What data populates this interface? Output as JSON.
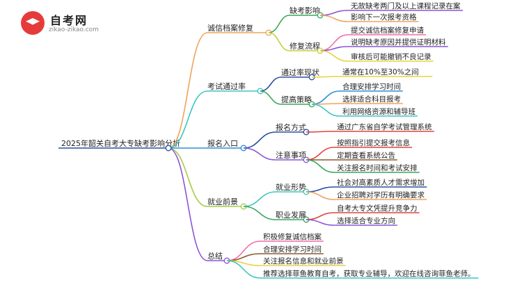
{
  "logo": {
    "title": "自考网",
    "url": "zikao-zikao.com"
  },
  "mindmap": {
    "root": "2025年韶关自考大专缺考影响分析",
    "branches": [
      {
        "label": "诚信档案修复",
        "color": "#f0a35c",
        "children": [
          {
            "label": "缺考影响",
            "color": "#3aa65a",
            "children": [
              {
                "label": "无故缺考两门及以上课程记录在案",
                "color": "#8a55d8"
              },
              {
                "label": "影响下一次报考资格",
                "color": "#f0a35c"
              }
            ]
          },
          {
            "label": "修复流程",
            "color": "#c6cf3b",
            "children": [
              {
                "label": "提交诚信档案修复申请",
                "color": "#ef6ea6"
              },
              {
                "label": "说明缺考原因并提供证明材料",
                "color": "#8a55d8"
              },
              {
                "label": "审核后可能撤销不良记录",
                "color": "#e9d33a"
              }
            ]
          }
        ]
      },
      {
        "label": "考试通过率",
        "color": "#3cc6c0",
        "children": [
          {
            "label": "通过率现状",
            "color": "#2c4fa0",
            "children": [
              {
                "label": "通常在10%至30%之间",
                "color": "#e9d33a"
              }
            ]
          },
          {
            "label": "提高策略",
            "color": "#3aa65a",
            "children": [
              {
                "label": "合理安排学习时间",
                "color": "#2b8fd8"
              },
              {
                "label": "选择适合科目报考",
                "color": "#f0a35c"
              },
              {
                "label": "利用网络资源和辅导班",
                "color": "#3cc6c0"
              }
            ]
          }
        ]
      },
      {
        "label": "报名入口",
        "color": "#2b8fd8",
        "children": [
          {
            "label": "报名方式",
            "color": "#2c4fa0",
            "children": [
              {
                "label": "通过广东省自学考试管理系统",
                "color": "#e0443a"
              }
            ]
          },
          {
            "label": "注意事项",
            "color": "#8a55d8",
            "children": [
              {
                "label": "按照指引提交报考信息",
                "color": "#e0443a"
              },
              {
                "label": "定期查看系统公告",
                "color": "#8b5a2b"
              },
              {
                "label": "关注报名时间和考试安排",
                "color": "#3aa65a"
              }
            ]
          }
        ]
      },
      {
        "label": "就业前景",
        "color": "#a5cc42",
        "children": [
          {
            "label": "就业形势",
            "color": "#3cc6c0",
            "children": [
              {
                "label": "社会对高素质人才需求增加",
                "color": "#2c4fa0"
              },
              {
                "label": "企业招聘对学历有明确要求",
                "color": "#f0a35c"
              }
            ]
          },
          {
            "label": "职业发展",
            "color": "#3aa65a",
            "children": [
              {
                "label": "自考大专文凭提升竞争力",
                "color": "#e0443a"
              },
              {
                "label": "选择适合专业方向",
                "color": "#8a55d8"
              }
            ]
          }
        ]
      },
      {
        "label": "总结",
        "color": "#8a55d8",
        "children": [
          {
            "label": "积极修复诚信档案",
            "color": "#ef6ea6"
          },
          {
            "label": "合理安排学习时间",
            "color": "#8b5a2b"
          },
          {
            "label": "关注报名信息和就业前景",
            "color": "#e9d33a"
          },
          {
            "label": "推荐选择菲鱼教育自考，获取专业辅导，欢迎在线咨询菲鱼老师。",
            "color": "#3cc6c0"
          }
        ]
      }
    ]
  }
}
